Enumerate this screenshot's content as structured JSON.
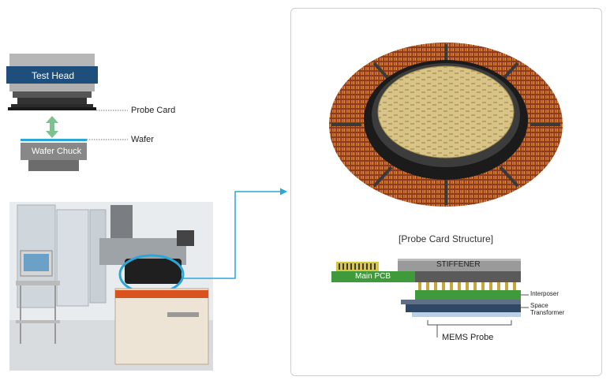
{
  "tester_diagram": {
    "test_head_label": "Test Head",
    "probe_card_label": "Probe Card",
    "wafer_label": "Wafer",
    "wafer_chuck_label": "Wafer Chuck"
  },
  "structure": {
    "title": "[Probe Card Structure]",
    "stiffener_label": "STIFFENER",
    "main_pcb_label": "Main PCB",
    "interposer_label": "Interposer",
    "space_transformer_label_1": "Space",
    "space_transformer_label_2": "Transformer",
    "mems_probe_label": "MEMS Probe"
  },
  "colors": {
    "test_head": "#1d4e7c",
    "arrow": "#2aa7d9",
    "green_arrow": "#7cc28f",
    "pcb": "#3f9a3c",
    "stiffener": "#9a9a9a"
  }
}
